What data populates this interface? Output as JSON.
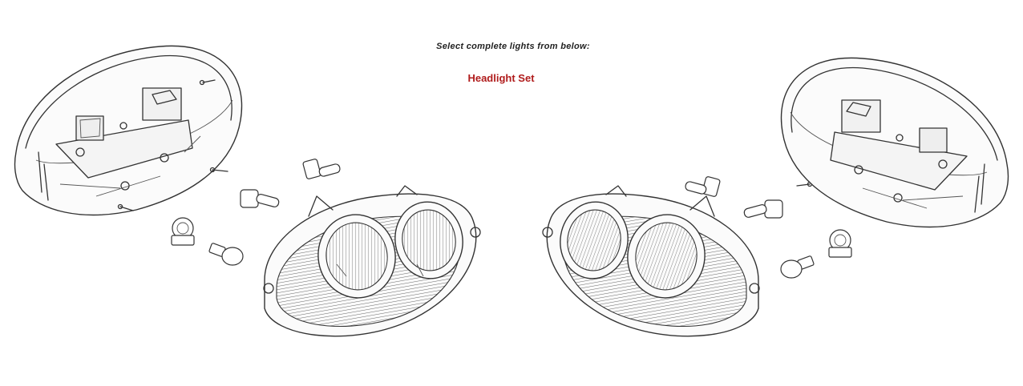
{
  "heading": "Select complete lights from below:",
  "link": {
    "label": "Headlight Set",
    "color": "#b01c1c"
  },
  "parts": {
    "left_housing": "left-headlight-housing",
    "left_lens": "left-headlight-lens",
    "right_housing": "right-headlight-housing",
    "right_lens": "right-headlight-lens",
    "icons": [
      "bulb-icon",
      "screw-icon",
      "socket-icon"
    ]
  }
}
